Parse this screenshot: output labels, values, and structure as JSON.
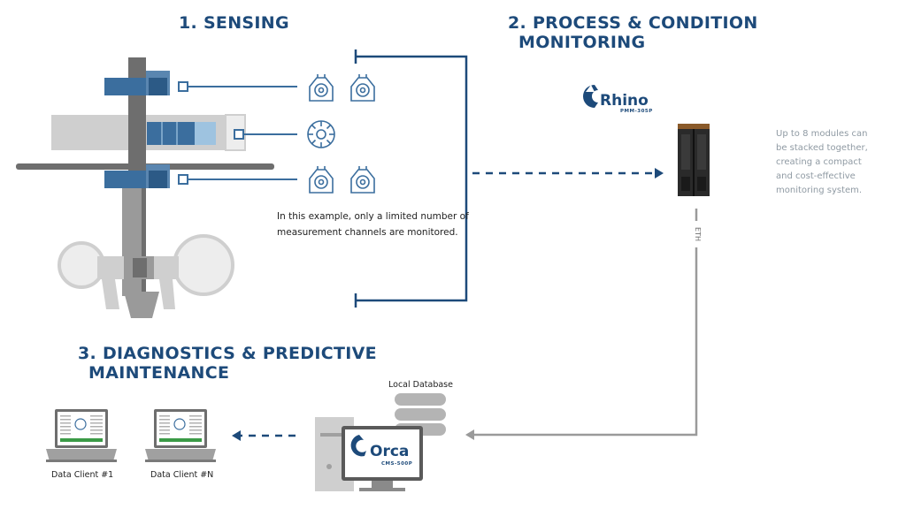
{
  "headings": {
    "sensing": "1.   SENSING",
    "process_line1": "2.   PROCESS & CONDITION",
    "process_line2": "MONITORING",
    "diag_line1": "3.   DIAGNOSTICS & PREDICTIVE",
    "diag_line2": "MAINTENANCE"
  },
  "sensing_note": {
    "line1": "In this example, only a limited number of",
    "line2": "measurement channels are monitored."
  },
  "rhino": {
    "brand": "Rhino",
    "model": "PMM-305P"
  },
  "stack_note": {
    "line1": "Up to 8 modules can",
    "line2": "be stacked together,",
    "line3": "creating a compact",
    "line4": "and cost-effective",
    "line5": "monitoring system."
  },
  "eth_label": "ETH",
  "database_label": "Local Database",
  "orca": {
    "brand": "Orca",
    "model": "CMS-500P"
  },
  "clients": [
    {
      "label": "Data Client #1"
    },
    {
      "label": "Data Client #N"
    }
  ],
  "colors": {
    "navy": "#1d4a7a",
    "sensor_blue": "#3b6e9e",
    "grey_dark": "#6e6e6e",
    "grey_mid": "#9a9a9a",
    "grey_light": "#cfcfcf",
    "screen_green": "#3a9a46"
  },
  "icons": [
    "accelerometer-icon",
    "speed-sensor-icon"
  ]
}
